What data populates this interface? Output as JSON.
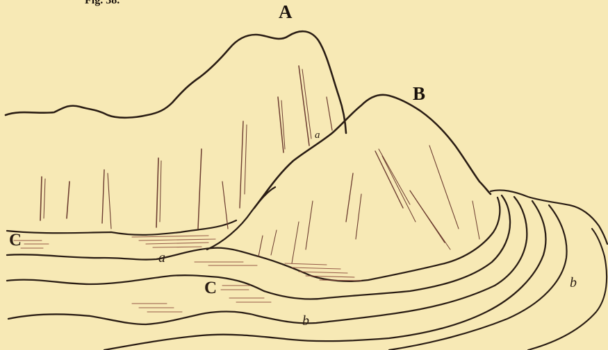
{
  "figure": {
    "caption": "Fig. 38.",
    "labels": {
      "peak_a": "A",
      "peak_b": "B",
      "layer_c_left": "C",
      "layer_c_mid": "C",
      "layer_a_mid": "a",
      "layer_a_ridge": "a",
      "layer_b_bottom": "b",
      "layer_b_right": "b"
    }
  },
  "colors": {
    "paper": "#f7e9b5",
    "ink": "#2a1d14",
    "hatch": "#8a4a3c"
  }
}
